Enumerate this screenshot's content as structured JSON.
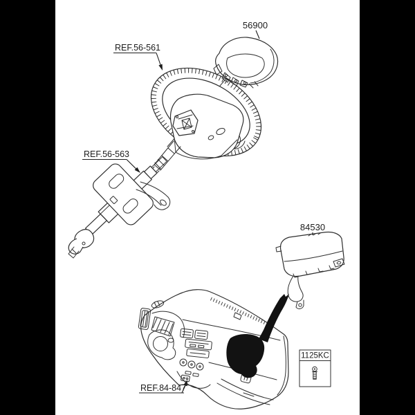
{
  "diagram": {
    "background_color": "#000000",
    "page_background_color": "#ffffff",
    "line_color": "#2e2e2e",
    "callouts": {
      "driver_airbag": "56900",
      "steering_wheel_ref": "REF.56-561",
      "steering_column_ref": "REF.56-563",
      "passenger_airbag": "84530",
      "crash_pad_ref": "REF.84-847"
    },
    "fastener": {
      "code": "1125KC",
      "icon": "bolt-icon"
    }
  }
}
